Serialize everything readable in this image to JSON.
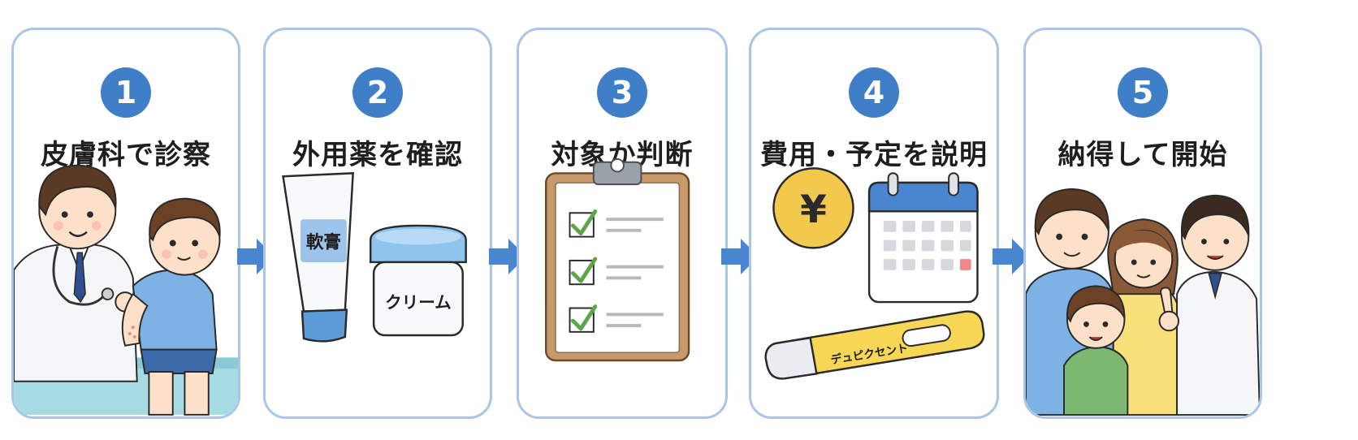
{
  "steps": [
    {
      "number": "1",
      "title": "皮膚科で診察"
    },
    {
      "number": "2",
      "title": "外用薬を確認",
      "ointment_label": "軟膏",
      "cream_label": "クリーム"
    },
    {
      "number": "3",
      "title": "対象か判断"
    },
    {
      "number": "4",
      "title": "費用・予定を説明",
      "currency_symbol": "¥",
      "pen_label": "デュピクセント"
    },
    {
      "number": "5",
      "title": "納得して開始"
    }
  ],
  "colors": {
    "card_border": "#a9c6e8",
    "badge": "#3f7fc8",
    "arrow": "#4a86d0",
    "check": "#5aa648"
  }
}
